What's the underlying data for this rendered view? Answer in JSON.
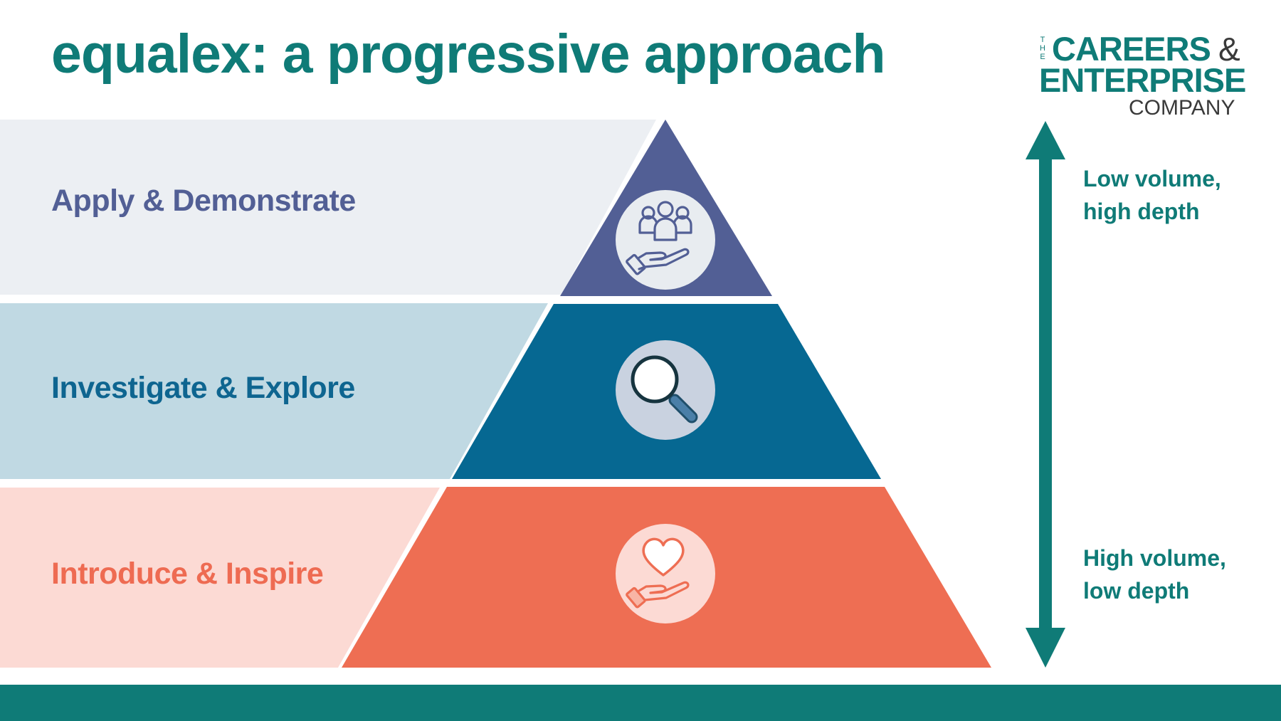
{
  "title": "equalex: a progressive approach",
  "logo": {
    "the": "THE",
    "careers": "CAREERS",
    "ampersand": "&",
    "enterprise": "ENTERPRISE",
    "company": "COMPANY"
  },
  "tiers": [
    {
      "label": "Apply & Demonstrate",
      "icon": "people-in-hand-icon",
      "color": "#525f95",
      "band_color": "#eceff3",
      "text_color": "#525f95"
    },
    {
      "label": "Investigate & Explore",
      "icon": "magnifying-glass-icon",
      "color": "#066892",
      "band_color": "#c0d9e3",
      "text_color": "#0e6590"
    },
    {
      "label": "Introduce & Inspire",
      "icon": "heart-in-hand-icon",
      "color": "#ee6e53",
      "band_color": "#fcdad4",
      "text_color": "#ee6b52"
    }
  ],
  "axis": {
    "top_note": "Low volume,\nhigh depth",
    "bottom_note": "High volume,\nlow depth",
    "color": "#0f7b77"
  },
  "colors": {
    "brand": "#0f7b77",
    "icon_circle": "#e8ecf0"
  }
}
